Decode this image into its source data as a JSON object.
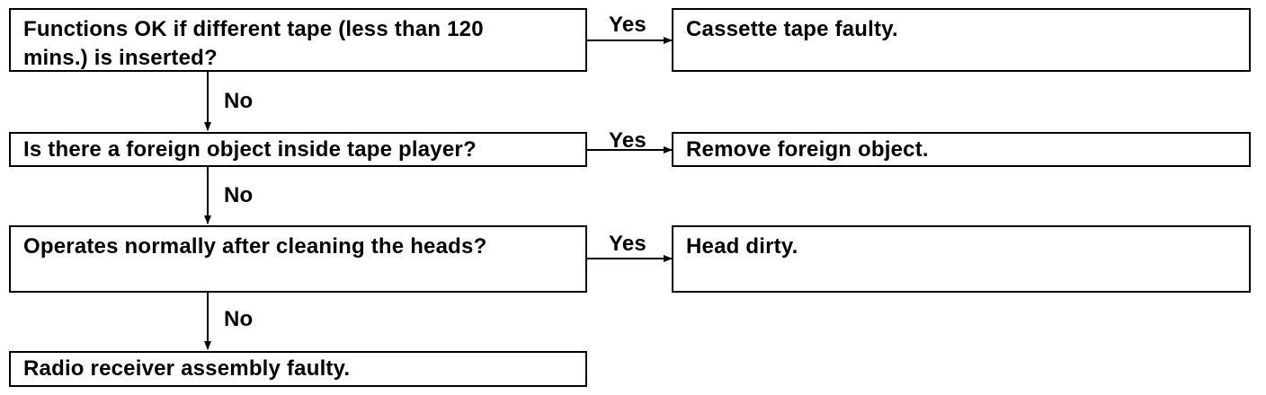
{
  "flowchart": {
    "q1": {
      "text": "Functions OK if different tape (less than 120\nmins.) is inserted?"
    },
    "r1": {
      "text": "Cassette tape faulty."
    },
    "q2": {
      "text": "Is there a foreign object inside tape player?"
    },
    "r2": {
      "text": "Remove foreign object."
    },
    "q3": {
      "text": "Operates normally after cleaning the heads?"
    },
    "r3": {
      "text": "Head dirty."
    },
    "end": {
      "text": "Radio receiver assembly faulty."
    },
    "labels": {
      "yes1": "Yes",
      "yes2": "Yes",
      "yes3": "Yes",
      "no1": "No",
      "no2": "No",
      "no3": "No"
    }
  }
}
